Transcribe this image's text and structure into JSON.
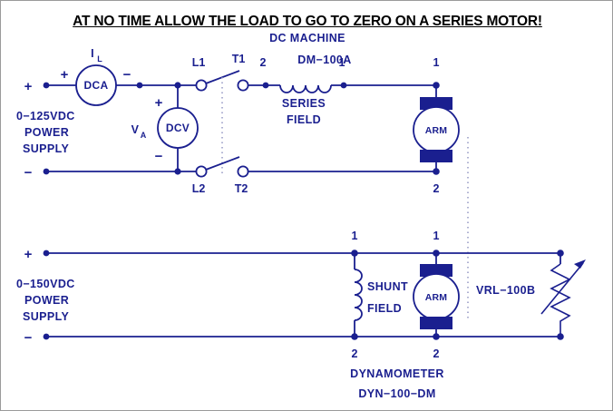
{
  "title": {
    "warning": "AT NO TIME ALLOW THE LOAD TO GO TO ZERO ON A SERIES MOTOR!"
  },
  "upper_circuit": {
    "supply": {
      "plus_sign": "+",
      "minus_sign": "−",
      "label_line1": "0−125VDC",
      "label_line2": "POWER",
      "label_line3": "SUPPLY"
    },
    "ammeter": {
      "label": "DCA",
      "current_symbol": "I",
      "current_subscript": "L",
      "terminal_plus": "+",
      "terminal_minus": "−"
    },
    "voltmeter": {
      "label": "DCV",
      "voltage_symbol": "V",
      "voltage_subscript": "A",
      "terminal_plus": "+",
      "terminal_minus": "−"
    },
    "switch": {
      "line_top": "L1",
      "line_bottom": "L2",
      "term_top": "T1",
      "term_bottom": "T2"
    },
    "machine": {
      "heading": "DC  MACHINE",
      "model": "DM−100A"
    },
    "series_field": {
      "label_line1": "SERIES",
      "label_line2": "FIELD",
      "terminal_left": "2",
      "terminal_right": "1"
    },
    "armature": {
      "label": "ARM",
      "terminal_top": "1",
      "terminal_bottom": "2"
    }
  },
  "lower_circuit": {
    "supply": {
      "plus_sign": "+",
      "minus_sign": "−",
      "label_line1": "0−150VDC",
      "label_line2": "POWER",
      "label_line3": "SUPPLY"
    },
    "shunt_field": {
      "label_line1": "SHUNT",
      "label_line2": "FIELD",
      "terminal_top": "1",
      "terminal_bottom": "2"
    },
    "armature": {
      "label": "ARM",
      "terminal_top": "1",
      "terminal_bottom": "2"
    },
    "load_resistor": {
      "label": "VRL−100B"
    },
    "dynamometer": {
      "name": "DYNAMOMETER",
      "model": "DYN−100−DM"
    }
  },
  "colors": {
    "ink": "#1a1f8f",
    "title": "#000000",
    "background": "#ffffff",
    "coupling": "#8b8fbf"
  }
}
